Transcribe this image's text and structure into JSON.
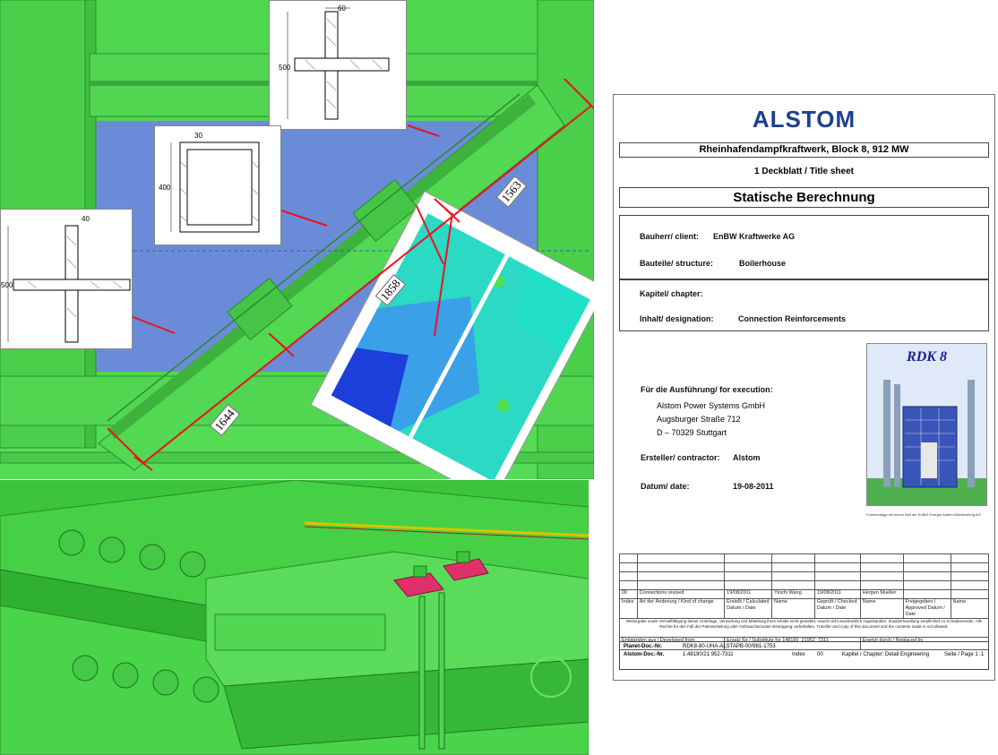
{
  "drawing": {
    "dim_60": "60",
    "dim_500_top": "500",
    "dim_30": "30",
    "dim_400": "400",
    "dim_40": "40",
    "dim_500_left": "500",
    "len_1563": "1563",
    "len_1858": "1858",
    "len_1644": "1644"
  },
  "sheet": {
    "brand": "ALSTOM",
    "project": "Rheinhafendampfkraftwerk, Block 8, 912 MW",
    "section": "1  Deckblatt / Title sheet",
    "doc_title": "Statische Berechnung",
    "client_label": "Bauherr/ client:",
    "client_value": "EnBW Kraftwerke AG",
    "structure_label": "Bauteile/ structure:",
    "structure_value": "Boilerhouse",
    "chapter_label": "Kapitel/ chapter:",
    "designation_label": "Inhalt/ designation:",
    "designation_value": "Connection Reinforcements",
    "execution_label": "Für die Ausführung/ for execution:",
    "execution_lines": [
      "Alstom Power Systems GmbH",
      "Augsburger Straße 712",
      "D – 70329 Stuttgart"
    ],
    "contractor_label": "Ersteller/ contractor:",
    "contractor_value": "Alstom",
    "date_label": "Datum/ date:",
    "date_value": "19-08-2011",
    "plant_image_title": "RDK 8",
    "plant_caption": "Fotomontage mit einem Bild der EnBW Energie Baden-Württemberg AG",
    "rev": {
      "index": "00",
      "change": "Connections revised",
      "calc_date": "19/08/2011",
      "calc_name": "Yinzhi Wang",
      "check_date": "19/08/2011",
      "check_name": "Hergen Mueller"
    },
    "hdr": {
      "index": "Index",
      "change": "Art der Änderung / Kind of change",
      "calc": "Erstellt / Calculated Datum / Date",
      "name1": "Name",
      "check": "Geprüft / Checked Datum / Date",
      "name2": "Name",
      "approved": "Freigegeben / Approved Datum / Date",
      "name3": "Name"
    },
    "legal": "Weitergabe sowie Vervielfältigung dieser Unterlage, Verwertung und Mitteilung ihres Inhalts nicht gestattet, soweit nicht ausdrücklich zugestanden. Zuwiderhandlung verpflichtet zu Schadenersatz. Alle Rechte für den Fall der Patenterteilung oder Gebrauchsmuster-Eintragung vorbehalten. Transfer and copy of this document and the contents made is not allowed.",
    "developed_from": "Entstanden aus / Developed from",
    "substitute": "Ersatz für / Substitute for 148190_21952_7311",
    "replaced_by": "Ersetzt durch / Replaced by",
    "planet_label": "Planet-Doc.-Nr.",
    "planet_value": "RDK8-80-UHA-ALSTAPB-00/981-1753",
    "alstom_doc_label": "Alstom-Doc.-Nr.",
    "alstom_doc_value": "1.48190/21 952-7311",
    "index_label": "Index",
    "index_value": "00",
    "chapter_footer": "Kapitel / Chapter: Detail Engineering",
    "page_label": "Seite / Page 1 .1"
  },
  "colors": {
    "steel_green": "#4fd64f",
    "dark_green": "#2e9e2e",
    "measure_red": "#e8141e",
    "brand_blue": "#1d3f8f",
    "fem_blue": "#1b63d8"
  }
}
